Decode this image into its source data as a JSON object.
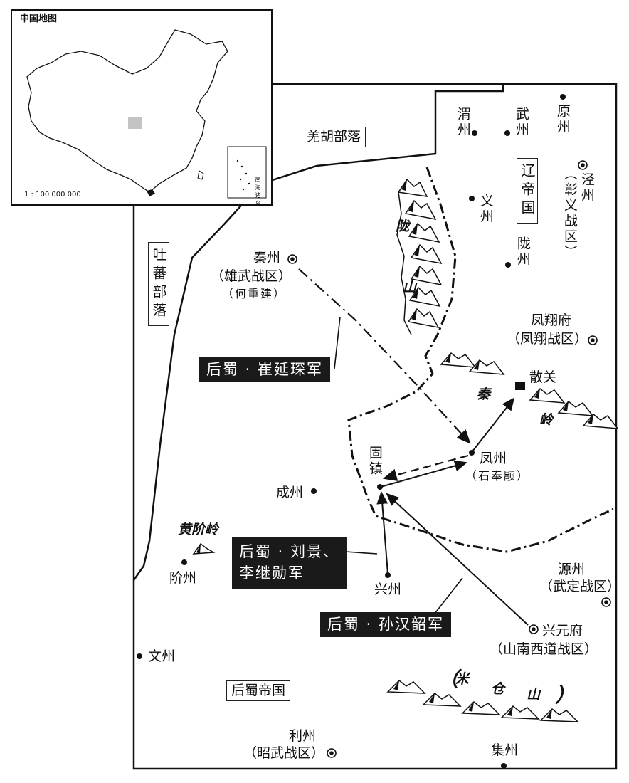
{
  "inset": {
    "title": "中国地图",
    "scale": "1 : 100 000 000",
    "south_sea": "南海诸岛"
  },
  "regions": {
    "qianghu": "羌胡部落",
    "tubo": "吐蕃部落",
    "liao": "辽帝国",
    "houshu": "后蜀帝国"
  },
  "cities": {
    "weizhou": "渭州",
    "wuzhou": "武州",
    "yuanzhou_n": "原州",
    "jingzhou": "泾州",
    "jingzhou_sub": "（彰义战区）",
    "yizhou": "义州",
    "longzhou": "陇州",
    "qinzhou": "秦州",
    "qinzhou_sub": "（雄武战区）",
    "qinzhou_note": "（何重建）",
    "fengxiang": "凤翔府",
    "fengxiang_sub": "（凤翔战区）",
    "sanguan": "散关",
    "guzhen": "固镇",
    "fengzhou": "凤州",
    "fengzhou_note": "（石奉颙）",
    "chengzhou": "成州",
    "xingzhou": "兴州",
    "jiezhou": "阶州",
    "huangjieling": "黄阶岭",
    "yuanzhou_s": "源州",
    "yuanzhou_s_sub": "（武定战区）",
    "xingyuan": "兴元府",
    "xingyuan_sub": "（山南西道战区）",
    "wenzhou": "文州",
    "lizhou": "利州",
    "lizhou_sub": "（昭武战区）",
    "jizhou": "集州"
  },
  "mountains": {
    "long_1": "陇",
    "long_2": "山",
    "qin_1": "秦",
    "qin_2": "岭",
    "micang_open": "（",
    "micang_1": "米",
    "micang_2": "仓",
    "micang_3": "山",
    "micang_close": "）"
  },
  "armies": {
    "cui": "后蜀 · 崔延琛军",
    "liu_line1": "后蜀 · 刘景、",
    "liu_line2": "李继勋军",
    "sun": "后蜀 · 孙汉韶军"
  }
}
